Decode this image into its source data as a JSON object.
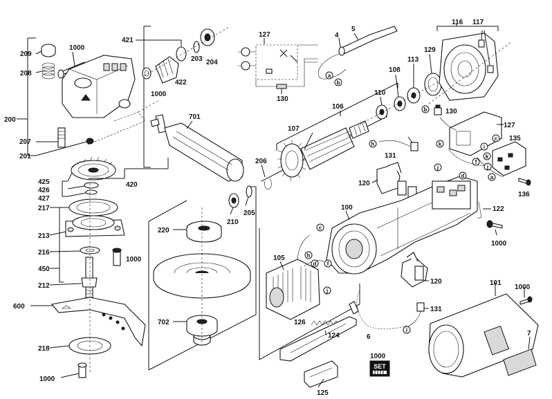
{
  "labels": {
    "p1000a": "1000",
    "p209": "209",
    "p208": "208",
    "p200": "200",
    "p207": "207",
    "p201": "201",
    "p421": "421",
    "p203": "203",
    "p204": "204",
    "p422": "422",
    "p1000b": "1000",
    "p127a": "127",
    "p130a": "130",
    "p4": "4",
    "p5": "5",
    "p116": "116",
    "p117": "117",
    "p129": "129",
    "p113": "113",
    "p108": "108",
    "p110": "110",
    "p106": "106",
    "p107": "107",
    "p701": "701",
    "p130b": "130",
    "p127b": "127",
    "p135": "135",
    "p136": "136",
    "p131a": "131",
    "p120a": "120",
    "p206": "206",
    "p420": "420",
    "p425": "425",
    "p426": "426",
    "p427": "427",
    "p217": "217",
    "p213": "213",
    "p216": "216",
    "p450": "450",
    "p212": "212",
    "p1000c": "1000",
    "p600": "600",
    "p218": "218",
    "p1000d": "1000",
    "p220": "220",
    "p702": "702",
    "p210": "210",
    "p205": "205",
    "p100": "100",
    "p122": "122",
    "p1000e": "1000",
    "p105": "105",
    "p120b": "120",
    "p101": "101",
    "p1000f": "1000",
    "p126": "126",
    "p124": "124",
    "p125": "125",
    "p6": "6",
    "p131b": "131",
    "p7": "7",
    "p1000g": "1000",
    "set": "SET"
  },
  "callouts": {
    "a1": "a",
    "b1": "b",
    "h1": "h",
    "b2": "b",
    "k1": "k",
    "k2": "k",
    "d1": "d",
    "f1": "f",
    "j1": "j",
    "i1": "i",
    "c1": "c",
    "j2": "j",
    "a2": "a",
    "c2": "c",
    "h2": "h",
    "d2": "d",
    "f2": "f",
    "j3": "j",
    "i2": "i"
  }
}
